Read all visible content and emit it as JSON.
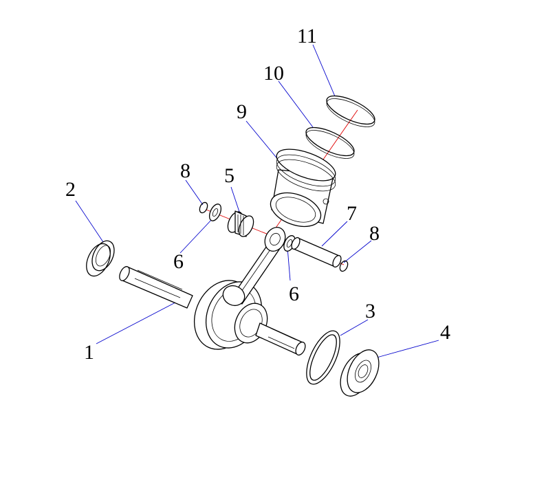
{
  "callouts": {
    "n1": "1",
    "n2": "2",
    "n3": "3",
    "n4": "4",
    "n5": "5",
    "n6a": "6",
    "n6b": "6",
    "n7": "7",
    "n8a": "8",
    "n8b": "8",
    "n9": "9",
    "n10": "10",
    "n11": "11"
  },
  "colors": {
    "leader": "#0000cc",
    "centerline": "#e00000",
    "outline": "#000000"
  }
}
